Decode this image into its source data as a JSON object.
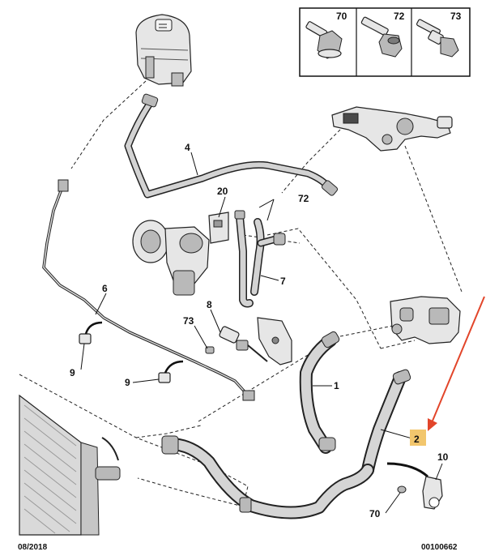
{
  "fastener_key": [
    {
      "number": "70",
      "icon": "flange-bolt-icon"
    },
    {
      "number": "72",
      "icon": "socket-bolt-icon"
    },
    {
      "number": "73",
      "icon": "shoulder-bolt-icon"
    }
  ],
  "callouts": {
    "p1": "1",
    "p2": "2",
    "p4": "4",
    "p6": "6",
    "p7": "7",
    "p8": "8",
    "p9a": "9",
    "p9b": "9",
    "p10": "10",
    "p20": "20",
    "p70": "70",
    "p72": "72",
    "p73": "73"
  },
  "footer": {
    "date": "08/2018",
    "reference": "00100662"
  },
  "colors": {
    "hose_fill": "#cfcfcf",
    "highlight_box": "#f2c66d",
    "arrow": "#e2452a"
  }
}
